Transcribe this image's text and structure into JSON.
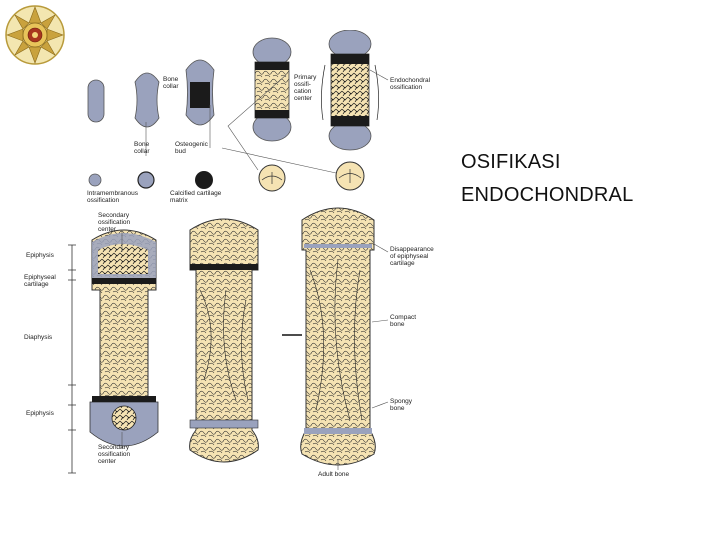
{
  "title": {
    "line1": "OSIFIKASI",
    "line2": "ENDOCHONDRAL"
  },
  "logo": {
    "name": "university-seal"
  },
  "diagram": {
    "labels": {
      "bone_collar_top": "Bone\ncollar",
      "primary_ossification_center": "Primary\nossifi-\ncation\ncenter",
      "endochondral_ossification": "Endochondral\nossification",
      "bone_collar_mid": "Bone\ncollar",
      "osteogenic_bud": "Osteogenic\nbud",
      "intramembranous_ossification": "Intramembranous\nossification",
      "calcified_cartilage_matrix": "Calcified cartilage\nmatrix",
      "secondary_ossification_center_top": "Secondary\nossification\ncenter",
      "epiphysis_top": "Epiphysis",
      "epiphyseal_cartilage": "Epiphyseal\ncartilage",
      "diaphysis": "Diaphysis",
      "epiphysis_bottom": "Epiphysis",
      "secondary_ossification_center_bottom": "Secondary\nossification\ncenter",
      "disappearance_epiphyseal_cartilage": "Disappearance\nof epiphyseal\ncartilage",
      "compact_bone": "Compact\nbone",
      "spongy_bone": "Spongy\nbone",
      "adult_bone": "Adult bone"
    },
    "colors": {
      "cartilage": "#9aa2bd",
      "bone": "#f5e3b3",
      "dark": "#1b1b1b"
    }
  }
}
